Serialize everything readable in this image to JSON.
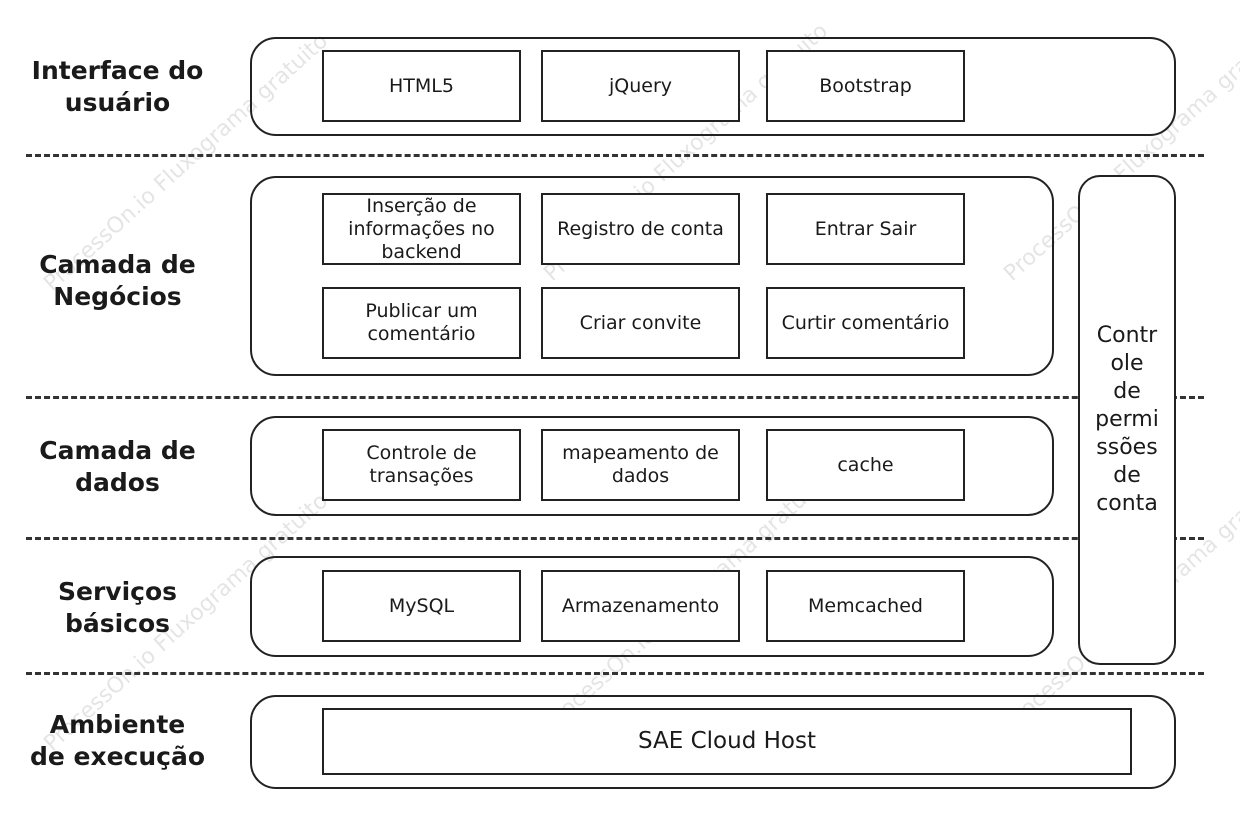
{
  "layers": [
    {
      "label": "Interface do\nusuário",
      "boxes": [
        "HTML5",
        "jQuery",
        "Bootstrap"
      ]
    },
    {
      "label": "Camada de\nNegócios",
      "boxes": [
        "Inserção de informações no backend",
        "Registro de conta",
        "Entrar Sair",
        "Publicar um comentário",
        "Criar convite",
        "Curtir comentário"
      ]
    },
    {
      "label": "Camada de\ndados",
      "boxes": [
        "Controle de transações",
        "mapeamento de dados",
        "cache"
      ]
    },
    {
      "label": "Serviços\nbásicos",
      "boxes": [
        "MySQL",
        "Armazenamento",
        "Memcached"
      ]
    },
    {
      "label": "Ambiente\nde execução",
      "boxes": [
        "SAE Cloud Host"
      ]
    }
  ],
  "side_panel": {
    "label": "Contr\nole\nde\npermi\nssões\nde\nconta"
  },
  "watermark": {
    "text": "ProcessOn.io Fluxograma gratuito"
  },
  "colors": {
    "stroke": "#222222",
    "text": "#1a1a1a",
    "background": "#ffffff"
  }
}
